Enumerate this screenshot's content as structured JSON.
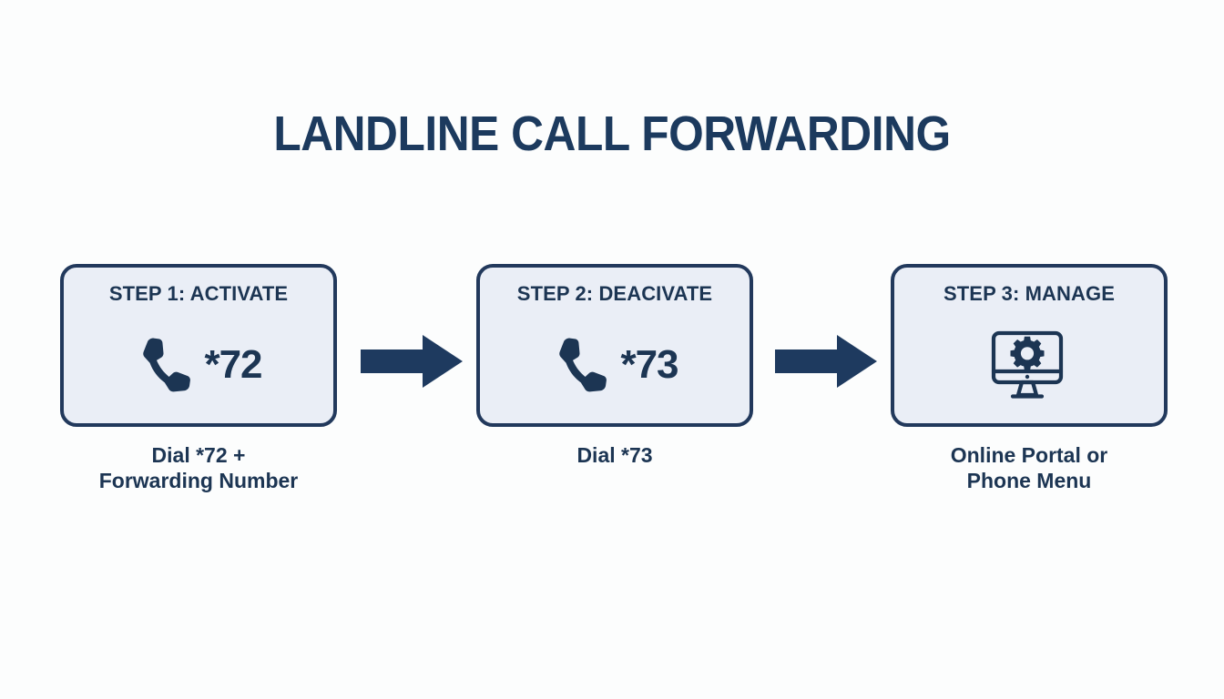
{
  "page": {
    "title": "LANDLINE CALL FORWARDING",
    "background_color": "#fcfdfd",
    "accent_color": "#1c3a5e",
    "card_fill_color": "#eaeef6",
    "card_border_color": "#22395c"
  },
  "steps": [
    {
      "header": "STEP 1: ACTIVATE",
      "icon": "phone-handset-icon",
      "code": "*72",
      "caption_lines": [
        "Dial *72 +",
        "Forwarding Number"
      ]
    },
    {
      "header": "STEP 2: DEACIVATE",
      "icon": "phone-handset-icon",
      "code": "*73",
      "caption_lines": [
        "Dial *73"
      ]
    },
    {
      "header": "STEP 3: MANAGE",
      "icon": "monitor-gear-icon",
      "code": "",
      "caption_lines": [
        "Online Portal or",
        "Phone Menu"
      ]
    }
  ],
  "connectors": [
    {
      "name": "arrow-step1-to-step2",
      "direction": "right"
    },
    {
      "name": "arrow-step2-to-step3",
      "direction": "right"
    }
  ]
}
